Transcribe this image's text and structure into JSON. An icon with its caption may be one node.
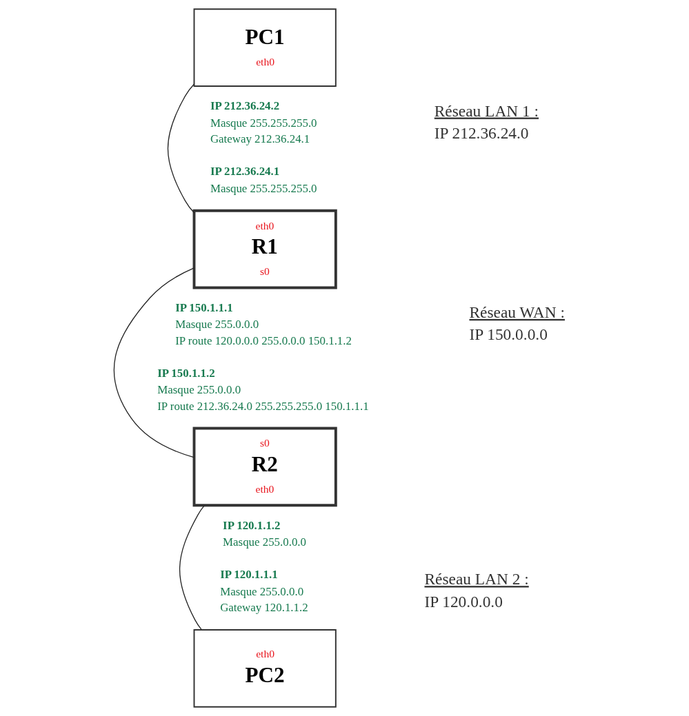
{
  "diagram": {
    "nodes": [
      {
        "text": [
          "PC1",
          "eth0"
        ]
      },
      {
        "text": [
          "eth0",
          "R1",
          "s0"
        ]
      },
      {
        "text": [
          "s0",
          "R2",
          "eth0"
        ]
      },
      {
        "text": [
          "eth0",
          "PC2"
        ]
      }
    ],
    "edges": [
      {
        "from": 0,
        "to": 1,
        "arrow": "none"
      },
      {
        "from": 1,
        "to": 2,
        "arrow": "none"
      },
      {
        "from": 2,
        "to": 3,
        "arrow": "none"
      }
    ],
    "labels": [
      "IP 212.36.24.2",
      "Masque 255.255.255.0",
      "Gateway 212.36.24.1",
      "Réseau LAN 1 :",
      "IP 212.36.24.0",
      "IP 212.36.24.1",
      "Masque 255.255.255.0",
      "IP 150.1.1.1",
      "Masque 255.0.0.0",
      "IP route 120.0.0.0 255.0.0.0 150.1.1.2",
      "Réseau WAN :",
      "IP 150.0.0.0",
      "IP 150.1.1.2",
      "Masque 255.0.0.0",
      "IP route 212.36.24.0 255.255.255.0 150.1.1.1",
      "IP 120.1.1.2",
      "Masque 255.0.0.0",
      "Réseau LAN 2 :",
      "IP 120.0.0.0",
      "IP 120.1.1.1",
      "Masque 255.0.0.0",
      "Gateway 120.1.1.2"
    ]
  }
}
